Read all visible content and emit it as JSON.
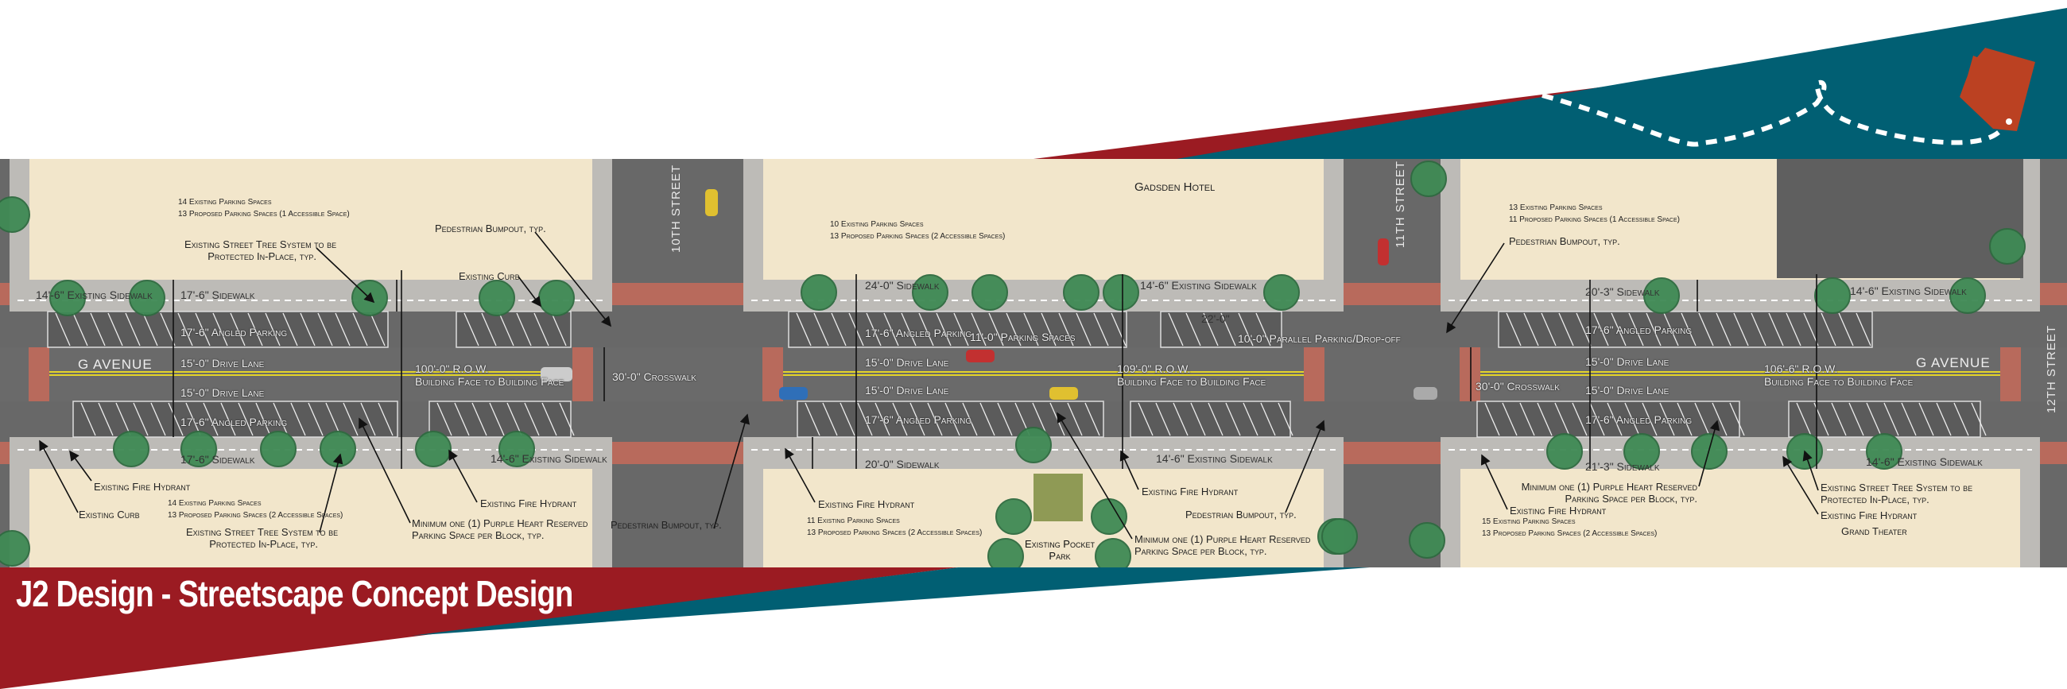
{
  "title": "J2 Design - Streetscape Concept Design",
  "colors": {
    "brand_red": "#9b1b22",
    "brand_teal": "#015f73",
    "arizona_orange": "#bb4122",
    "building": "#f2e6cb",
    "asphalt": "#686868",
    "sidewalk": "#bdbbb7",
    "brick": "#b86a5c",
    "tree": "#3f8a55"
  },
  "icons": [
    "arizona-state-icon",
    "dashed-route-line",
    "location-pin-icon"
  ],
  "streets": {
    "g_avenue": "G AVENUE",
    "tenth": "10TH STREET",
    "eleventh": "11TH STREET",
    "twelfth": "12TH STREET"
  },
  "block1": {
    "north_parking": [
      "14 Existing Parking Spaces",
      "13 Proposed Parking Spaces (1 Accessible Space)"
    ],
    "south_parking": [
      "14 Existing Parking Spaces",
      "13 Proposed Parking Spaces (2 Accessible Spaces)"
    ],
    "north_tree": [
      "Existing Street Tree System to be",
      "Protected In-Place, typ."
    ],
    "south_tree": [
      "Existing Street Tree System to be",
      "Protected In-Place, typ."
    ],
    "bumpout_north": "Pedestrian Bumpout, typ.",
    "bumpout_south": "Pedestrian Bumpout, typ.",
    "curb_north": "Existing Curb",
    "curb_south": "Existing Curb",
    "hydrant_west": "Existing Fire Hydrant",
    "hydrant_east": "Existing Fire Hydrant",
    "purple_heart": [
      "Minimum one (1) Purple Heart Reserved",
      "Parking Space per Block, typ."
    ],
    "dims": {
      "n_exist_sidewalk": "14'-6\" Existing Sidewalk",
      "n_sidewalk": "17'-6\" Sidewalk",
      "n_parking": "17'-6\" Angled Parking",
      "n_lane": "15'-0\" Drive Lane",
      "s_lane": "15'-0\" Drive Lane",
      "s_parking": "17'-6\" Angled Parking",
      "s_sidewalk": "17'-6\" Sidewalk",
      "s_exist_sidewalk": "14'-6\" Existing Sidewalk",
      "row": "100'-0\" R.O.W.",
      "row_sub": "Building Face to Building Face",
      "crosswalk": "30'-0\" Crosswalk"
    }
  },
  "block2": {
    "hotel": "Gadsden Hotel",
    "north_parking": [
      "10 Existing Parking Spaces",
      "13 Proposed Parking Spaces (2 Accessible Spaces)"
    ],
    "south_parking": [
      "11 Existing Parking Spaces",
      "13 Proposed Parking Spaces (2 Accessible Spaces)"
    ],
    "hydrant_west": "Existing Fire Hydrant",
    "hydrant_east": "Existing Fire Hydrant",
    "bumpout_south": "Pedestrian Bumpout, typ.",
    "pocket_park": [
      "Existing Pocket",
      "Park"
    ],
    "purple_heart": [
      "Minimum one (1) Purple Heart Reserved",
      "Parking Space per Block, typ."
    ],
    "dims": {
      "n_sidewalk": "24'-0\" Sidewalk",
      "n_exist_sidewalk": "14'-6\" Existing Sidewalk",
      "dropoff_length": "22'-0\"",
      "n_parking": "17'-6\" Angled Parking",
      "parking_spaces": "11'-0\" Parking Spaces",
      "parallel": "10'-0\" Parallel Parking/Drop-off",
      "n_lane": "15'-0\" Drive Lane",
      "s_lane": "15'-0\" Drive Lane",
      "s_parking": "17'-6\" Angled Parking",
      "s_sidewalk": "20'-0\" Sidewalk",
      "s_exist_sidewalk": "14'-6\" Existing Sidewalk",
      "row": "109'-0\" R.O.W.",
      "row_sub": "Building Face to Building Face"
    }
  },
  "block3": {
    "north_parking": [
      "13 Existing Parking Spaces",
      "11 Proposed Parking Spaces (1 Accessible Space)"
    ],
    "south_parking": [
      "15 Existing Parking Spaces",
      "13 Proposed Parking Spaces (2 Accessible Spaces)"
    ],
    "bumpout_north": "Pedestrian Bumpout, typ.",
    "purple_heart": [
      "Minimum one (1) Purple Heart Reserved",
      "Parking Space per Block, typ."
    ],
    "hydrant_west": "Existing Fire Hydrant",
    "hydrant_east": "Existing Fire Hydrant",
    "south_tree": [
      "Existing Street Tree System to be",
      "Protected In-Place, typ."
    ],
    "theater": "Grand Theater",
    "dims": {
      "n_sidewalk": "20'-3\" Sidewalk",
      "n_exist_sidewalk": "14'-6\" Existing Sidewalk",
      "n_parking": "17'-6\" Angled Parking",
      "n_lane": "15'-0\" Drive Lane",
      "s_lane": "15'-0\" Drive Lane",
      "s_parking": "17'-6\" Angled Parking",
      "s_sidewalk": "21'-3\" Sidewalk",
      "s_exist_sidewalk": "14'-6\" Existing Sidewalk",
      "row": "106'-6\" R.O.W.",
      "row_sub": "Building Face to Building Face",
      "crosswalk": "30'-0\" Crosswalk"
    }
  }
}
